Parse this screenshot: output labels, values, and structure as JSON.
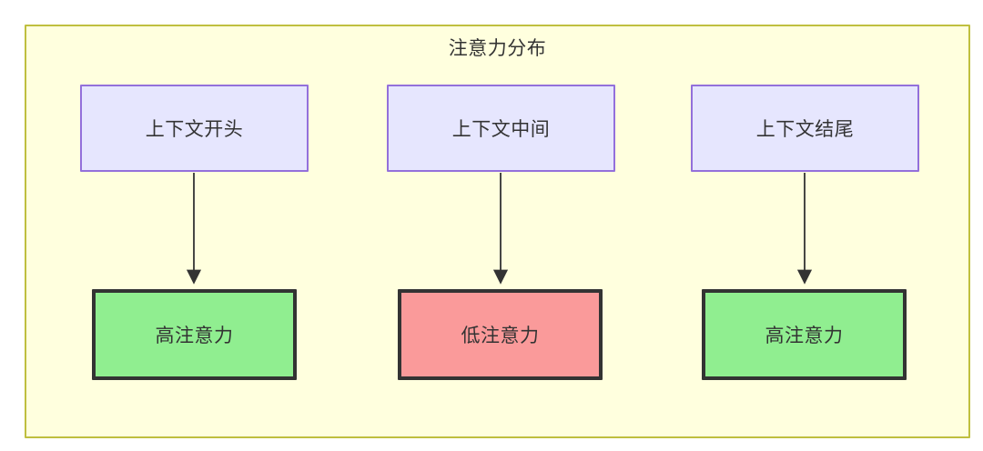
{
  "diagram": {
    "type": "flowchart",
    "title": "注意力分布",
    "container": {
      "fill": "#FFFFDE",
      "border": "#BFBF3F"
    },
    "nodes": {
      "top": [
        {
          "id": "ctx-start",
          "label": "上下文开头",
          "fill": "#E6E6FE",
          "border": "#9370DB"
        },
        {
          "id": "ctx-middle",
          "label": "上下文中间",
          "fill": "#E6E6FE",
          "border": "#9370DB"
        },
        {
          "id": "ctx-end",
          "label": "上下文结尾",
          "fill": "#E6E6FE",
          "border": "#9370DB"
        }
      ],
      "bottom": [
        {
          "id": "attn-high-start",
          "label": "高注意力",
          "fill": "#90EE90",
          "border": "#333333"
        },
        {
          "id": "attn-low-middle",
          "label": "低注意力",
          "fill": "#FA9A9A",
          "border": "#333333"
        },
        {
          "id": "attn-high-end",
          "label": "高注意力",
          "fill": "#90EE90",
          "border": "#333333"
        }
      ]
    },
    "edges": [
      {
        "from": "ctx-start",
        "to": "attn-high-start",
        "label": ""
      },
      {
        "from": "ctx-middle",
        "to": "attn-low-middle",
        "label": ""
      },
      {
        "from": "ctx-end",
        "to": "attn-high-end",
        "label": ""
      }
    ]
  }
}
